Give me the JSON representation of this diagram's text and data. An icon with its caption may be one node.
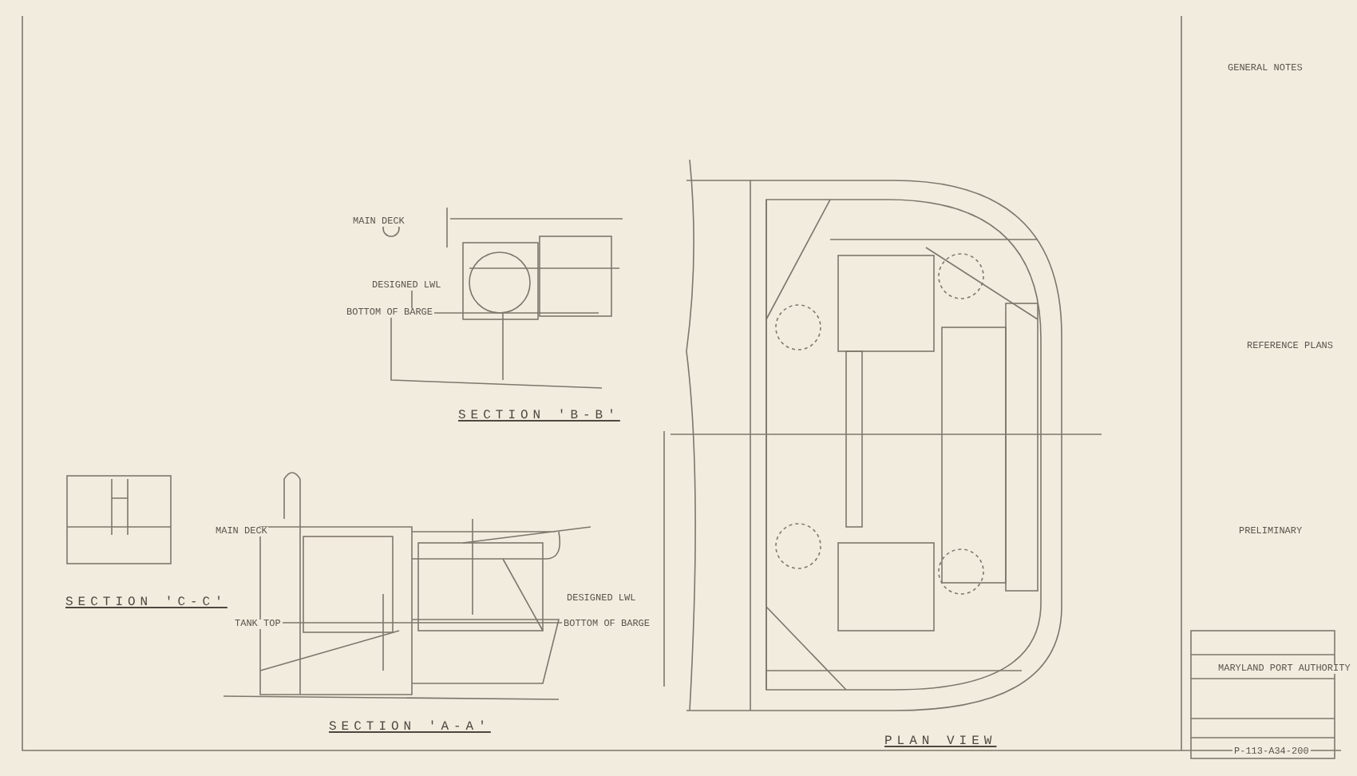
{
  "diagram": {
    "labels": [
      "GENERAL NOTES",
      "MAIN DECK",
      "DESIGNED LWL",
      "BOTTOM OF BARGE",
      "SECTION 'B-B'",
      "REFERENCE PLANS",
      "SECTION 'C-C'",
      "MAIN DECK",
      "TANK TOP",
      "DESIGNED LWL",
      "BOTTOM OF BARGE",
      "SECTION 'A-A'",
      "PLAN VIEW",
      "PRELIMINARY",
      "MARYLAND PORT AUTHORITY",
      "P-113-A34-200"
    ]
  }
}
